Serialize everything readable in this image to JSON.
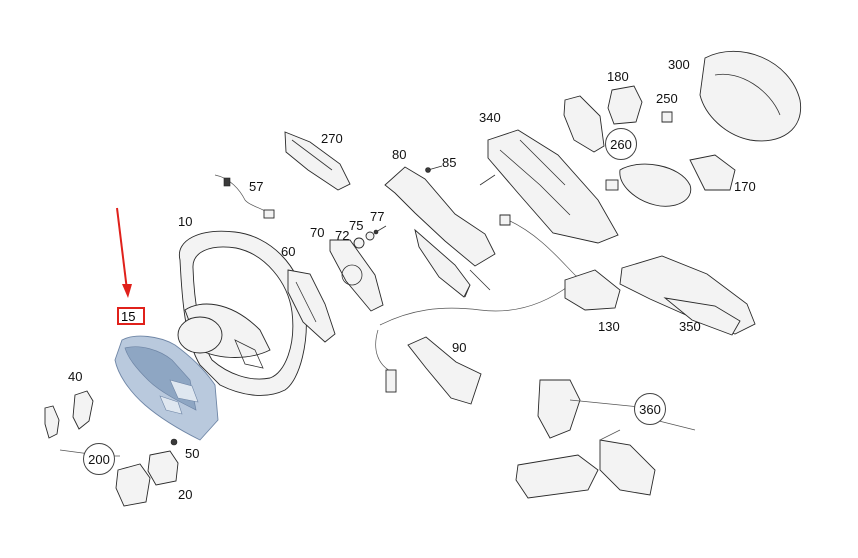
{
  "diagram": {
    "highlight_color": "#e0211b",
    "selected_part": "15",
    "parts": {
      "p10": "10",
      "p15": "15",
      "p20": "20",
      "p40": "40",
      "p50": "50",
      "p57": "57",
      "p60": "60",
      "p70": "70",
      "p72": "72",
      "p75": "75",
      "p77": "77",
      "p80": "80",
      "p85": "85",
      "p90": "90",
      "p130": "130",
      "p170": "170",
      "p180": "180",
      "p200": "200",
      "p250": "250",
      "p260": "260",
      "p270": "270",
      "p300": "300",
      "p340": "340",
      "p350": "350",
      "p360": "360"
    }
  }
}
